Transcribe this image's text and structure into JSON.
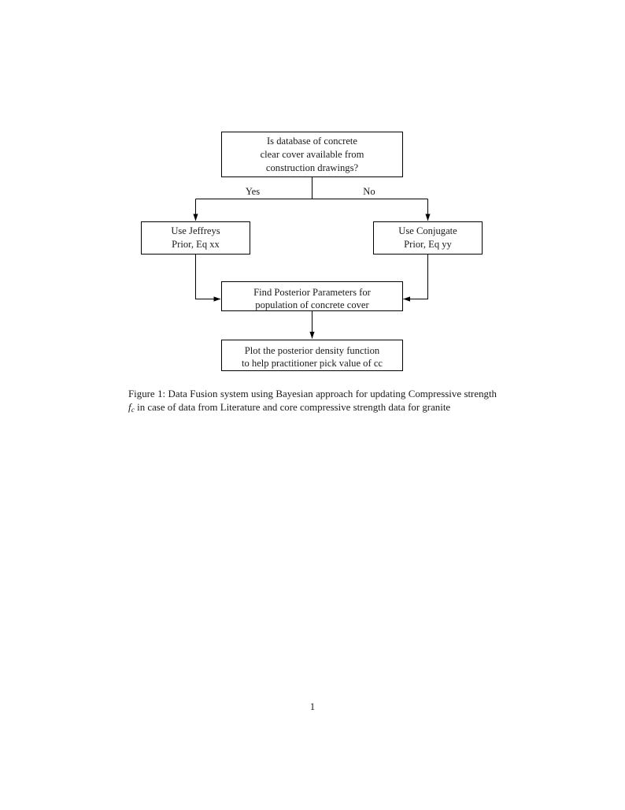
{
  "document": {
    "page_number": "1"
  },
  "figure": {
    "nodes": [
      {
        "id": "question",
        "lines": [
          "Is database of concrete",
          "clear cover available from",
          "construction drawings?"
        ]
      },
      {
        "id": "jeffreys",
        "lines": [
          "Use Jeffreys",
          "Prior, Eq xx"
        ]
      },
      {
        "id": "conjugate",
        "lines": [
          "Use Conjugate",
          "Prior, Eq yy"
        ]
      },
      {
        "id": "posterior",
        "lines": [
          "Find Posterior Parameters for",
          "population of concrete cover"
        ]
      },
      {
        "id": "plot",
        "lines": [
          "Plot the posterior density function",
          "to help practitioner pick value of cc"
        ]
      }
    ],
    "edge_labels": {
      "yes": "Yes",
      "no": "No"
    }
  },
  "caption": {
    "label": "Figure 1:",
    "text_before_var": " Data Fusion system using Bayesian approach for updating Compressive strength ",
    "variable": "f",
    "subscript": "c",
    "text_after_var": " in case of data from Literature and core compressive strength data for granite"
  },
  "colors": {
    "line": "#000000",
    "text": "#1a1a1a",
    "background": "#ffffff"
  }
}
